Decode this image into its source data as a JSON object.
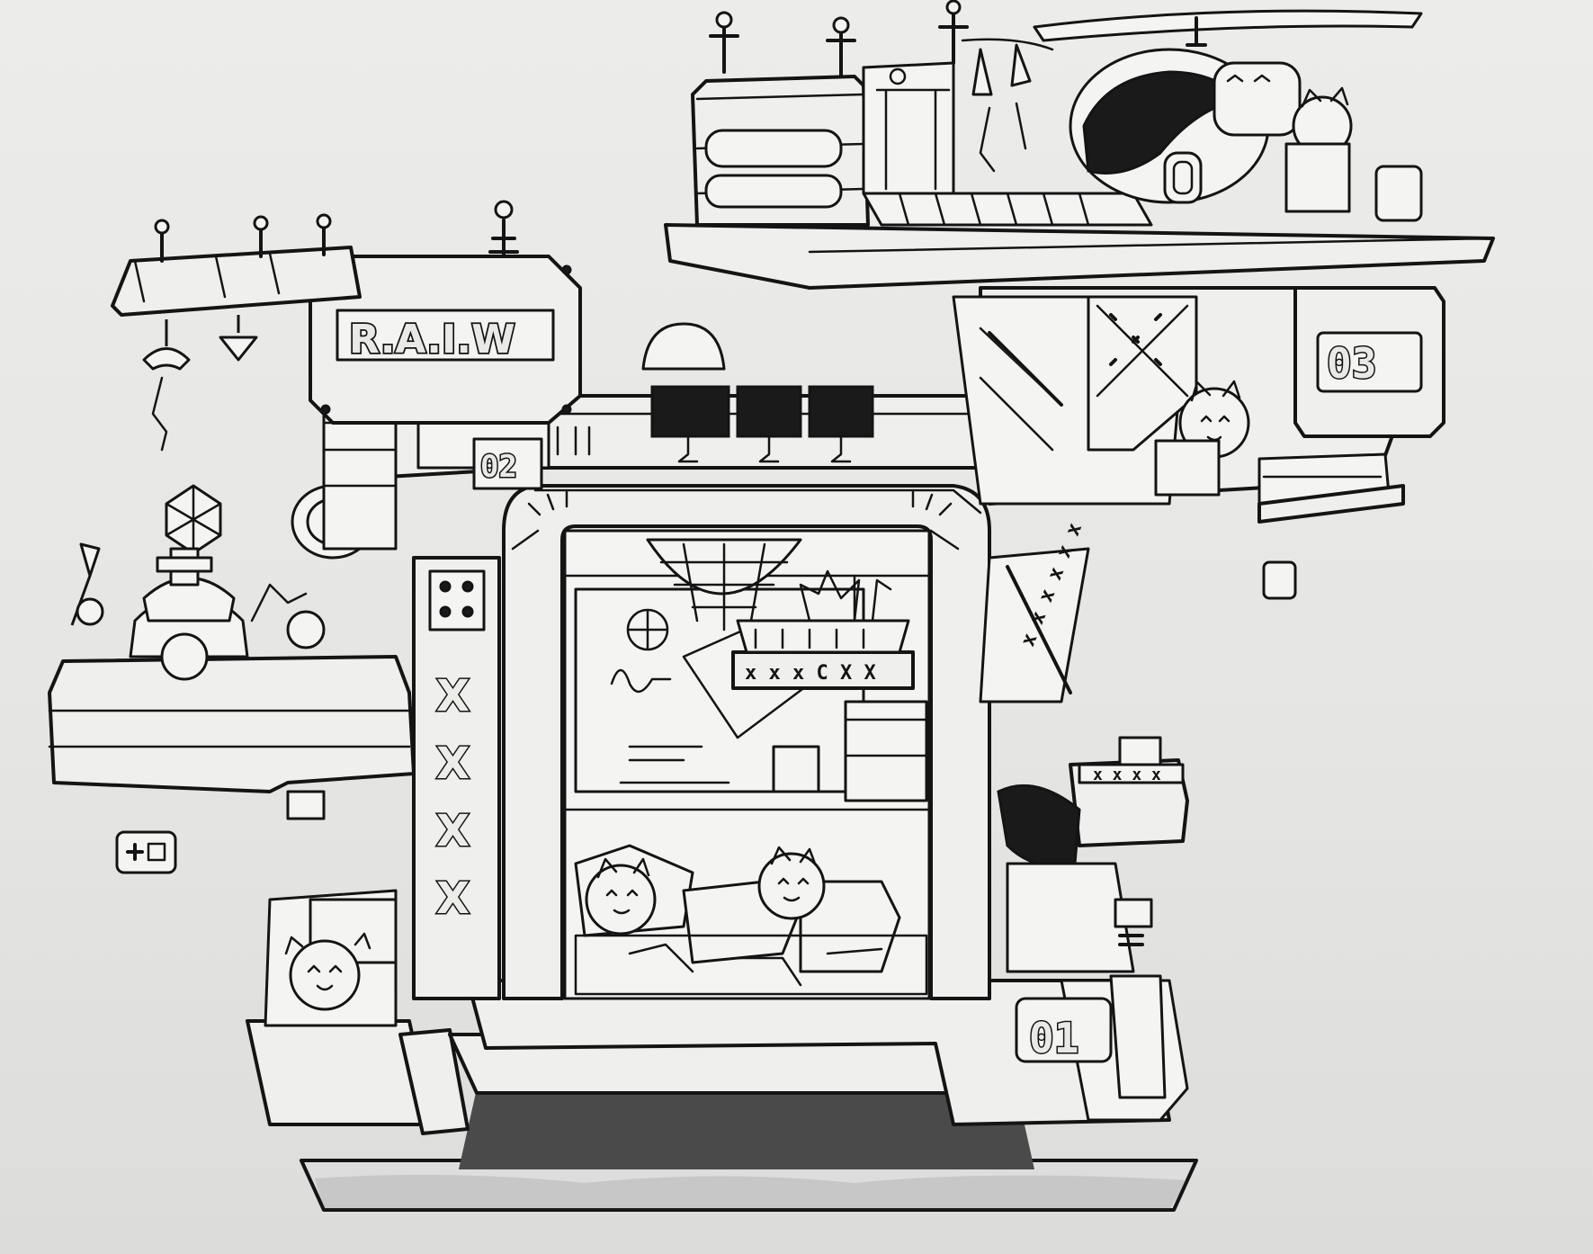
{
  "drawing": {
    "labels": {
      "sign_main": "R.A.I.W",
      "deck_01": "01",
      "deck_02": "02",
      "deck_03": "03",
      "pillar_marks": [
        "X",
        "X",
        "X",
        "X"
      ],
      "console_marks": "x x x   C X X",
      "cart_marks": "x x x x",
      "strut_marks": "x x x x x x"
    },
    "palette": {
      "paper": "#e7e7e5",
      "ink": "#141414",
      "shadow": "#4a4a4a"
    },
    "icons": [
      "satellite-dish-icon",
      "helicopter-icon",
      "robot-arm-icon",
      "crosshair-icon",
      "globe-icon"
    ]
  }
}
